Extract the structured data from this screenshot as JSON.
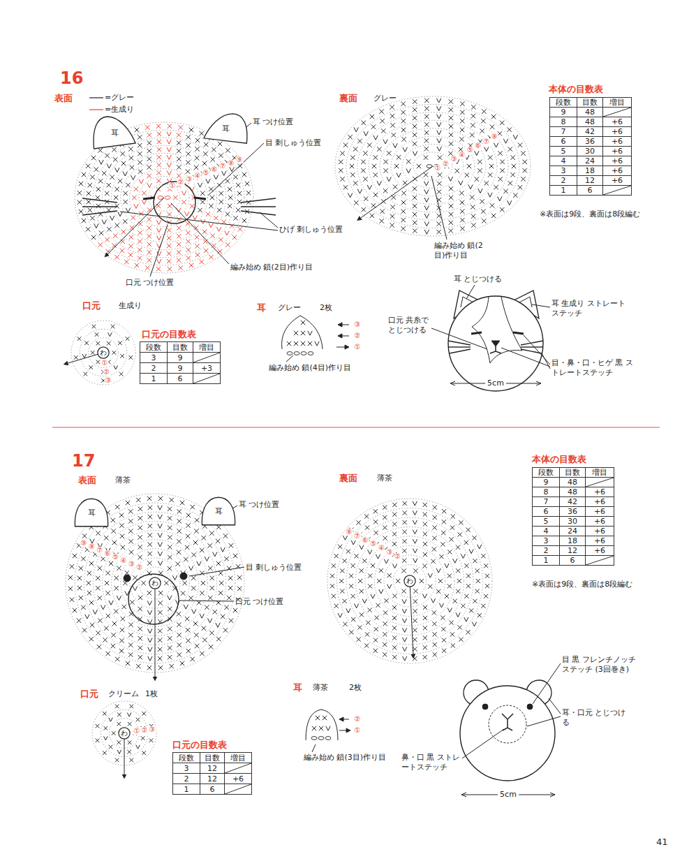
{
  "diagram": {
    "nodes": [
      {
        "text": [
          "耳"
        ]
      },
      {
        "text": [
          "耳"
        ]
      },
      {
        "text": [
          "わ"
        ]
      },
      {
        "text": [
          "耳"
        ]
      },
      {
        "text": [
          "耳"
        ]
      },
      {
        "text": [
          "わ"
        ]
      },
      {
        "text": [
          "わ"
        ]
      },
      {
        "text": [
          "わ"
        ]
      }
    ],
    "labels": [
      "16",
      "表面",
      "耳 つけ位置",
      "目 刺しゅう位置",
      "ひげ 刺しゅう位置",
      "編み始め 鎖(2目)作り目",
      "口元 つけ位置",
      "①",
      "②",
      "③",
      "④",
      "⑤",
      "⑥",
      "⑦",
      "⑧",
      "⑨",
      "裏面",
      "グレー",
      "①",
      "②",
      "③",
      "④",
      "⑤",
      "⑥",
      "⑦",
      "⑧",
      "編み始め 鎖(2目)作り目",
      "本体の目数表",
      "段数",
      "目数",
      "増目",
      "9",
      "48",
      "8",
      "48",
      "+6",
      "7",
      "42",
      "+6",
      "6",
      "36",
      "+6",
      "5",
      "30",
      "+6",
      "4",
      "24",
      "+6",
      "3",
      "18",
      "+6",
      "2",
      "12",
      "+6",
      "1",
      "6",
      "※表面は9段、裏面は8段編む",
      "口元",
      "生成り",
      "①",
      "②",
      "③",
      "口元の目数表",
      "段数",
      "目数",
      "増目",
      "3",
      "9",
      "2",
      "9",
      "+3",
      "1",
      "6",
      "耳",
      "グレー",
      "2枚",
      "③",
      "②",
      "①",
      "編み始め 鎖(4目)作り目",
      "口元 共糸で とじつける",
      "耳 とじつける",
      "耳 生成り ストレートステッチ",
      "目・鼻・口・ヒゲ 黒 ストレートステッチ",
      "5cm",
      "17",
      "表面",
      "薄茶",
      "耳 つけ位置",
      "目 刺しゅう位置",
      "口元 つけ位置",
      "⑨",
      "⑧",
      "⑦",
      "⑥",
      "⑤",
      "④",
      "③",
      "②",
      "裏面",
      "薄茶",
      "⑧",
      "⑦",
      "⑥",
      "⑤",
      "④",
      "③",
      "②",
      "本体の目数表",
      "段数",
      "目数",
      "増目",
      "9",
      "48",
      "8",
      "48",
      "+6",
      "7",
      "42",
      "+6",
      "6",
      "36",
      "+6",
      "5",
      "30",
      "+6",
      "4",
      "24",
      "+6",
      "3",
      "18",
      "+6",
      "2",
      "12",
      "+6",
      "1",
      "6",
      "※表面は9段、裏面は8段編む",
      "口元",
      "クリーム",
      "1枚",
      "①",
      "②",
      "③",
      "口元の目数表",
      "段数",
      "目数",
      "増目",
      "3",
      "12",
      "2",
      "12",
      "+6",
      "1",
      "6",
      "耳",
      "薄茶",
      "2枚",
      "②",
      "①",
      "編み始め 鎖(3目)作り目",
      "目 黒 フレンチノッチ ステッチ (3回巻き)",
      "耳・口元 とじつける",
      "鼻・口 黒 ストレートステッチ",
      "5cm",
      "41"
    ],
    "legend": [
      {
        "text": "=グレー"
      },
      {
        "text": "=生成り"
      }
    ]
  }
}
